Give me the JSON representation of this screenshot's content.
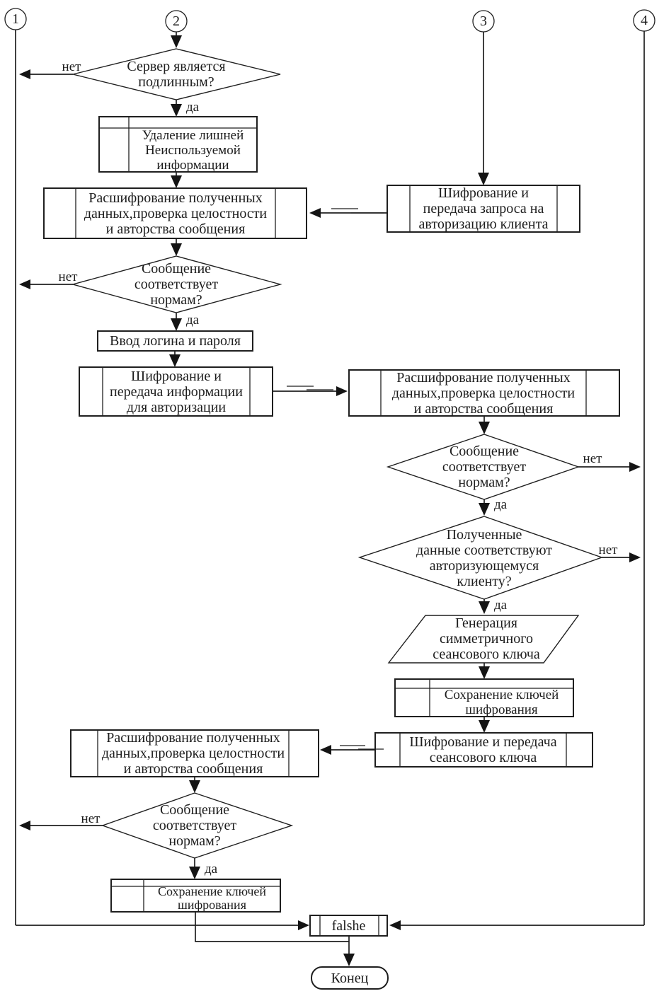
{
  "diagram": {
    "kind": "flowchart-scan",
    "language": "ru",
    "ink_color": "#1f1f1f",
    "background_color": "#ffffff",
    "connectors": {
      "c1": "1",
      "c2": "2",
      "c3": "3",
      "c4": "4"
    },
    "branch_labels": {
      "yes": "да",
      "no": "нет"
    },
    "nodes": {
      "d_server_authentic": "Сервер является\nподлинным?",
      "p_remove_unused": "Удаление лишней\nНеиспользуемой\nинформации",
      "p_decrypt_received_1": "Расшифрование полученных\nданных,проверка целостности\nи авторства сообщения",
      "p_encrypt_auth_request": "Шифрование и\nпередача запроса на\nавторизацию клиента",
      "d_msg_norms_1": "Сообщение\nсоответствует\nнормам?",
      "p_enter_login": "Ввод логина и пароля",
      "p_encrypt_auth_info": "Шифрование и\nпередача информации\nдля авторизации",
      "p_decrypt_received_2": "Расшифрование полученных\nданных,проверка целостности\nи авторства сообщения",
      "d_msg_norms_2": "Сообщение\nсоответствует\nнормам?",
      "d_data_match_client": "Полученные\nданные соответствуют\nавторизующемуся\nклиенту?",
      "io_generate_key": "Генерация\nсимметричного\nсеансового ключа",
      "p_save_keys_1": "Сохранение ключей\nшифрования",
      "p_encrypt_session_key": "Шифрование и передача\nсеансового ключа",
      "p_decrypt_received_3": "Расшифрование полученных\nданных,проверка целостности\nи авторства сообщения",
      "d_msg_norms_3": "Сообщение\nсоответствует\nнормам?",
      "p_save_keys_2": "Сохранение ключей\nшифрования",
      "p_false_result": "falshe",
      "t_end": "Конец"
    }
  }
}
